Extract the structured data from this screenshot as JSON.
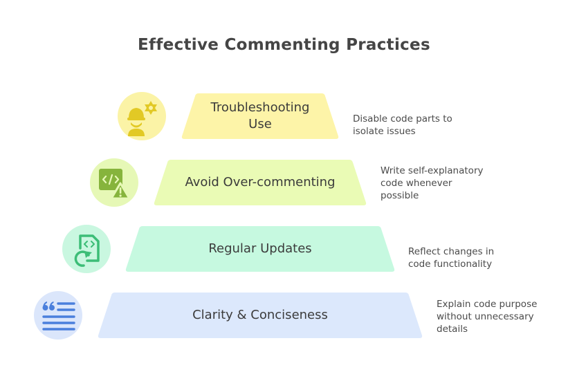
{
  "title": "Effective Commenting Practices",
  "tiers": [
    {
      "label": "Troubleshooting\nUse",
      "description": "Disable code parts to\nisolate issues",
      "icon": "worker-gear-icon",
      "fill": "#fdf4a8",
      "icon_bg": "#fbf3a6",
      "icon_color": "#e2c925"
    },
    {
      "label": "Avoid Over-commenting",
      "description": "Write self-explanatory\ncode whenever\npossible",
      "icon": "code-warning-icon",
      "fill": "#eafbb5",
      "icon_bg": "#e6f8b6",
      "icon_color": "#86b43c"
    },
    {
      "label": "Regular Updates",
      "description": "Reflect changes in\ncode functionality",
      "icon": "file-code-refresh-icon",
      "fill": "#c6f9e0",
      "icon_bg": "#c9f7e0",
      "icon_color": "#3cbd77"
    },
    {
      "label": "Clarity & Conciseness",
      "description": "Explain code purpose\nwithout unnecessary\ndetails",
      "icon": "quote-lines-icon",
      "fill": "#dce8fc",
      "icon_bg": "#dbe6fb",
      "icon_color": "#4a7fdc"
    }
  ]
}
